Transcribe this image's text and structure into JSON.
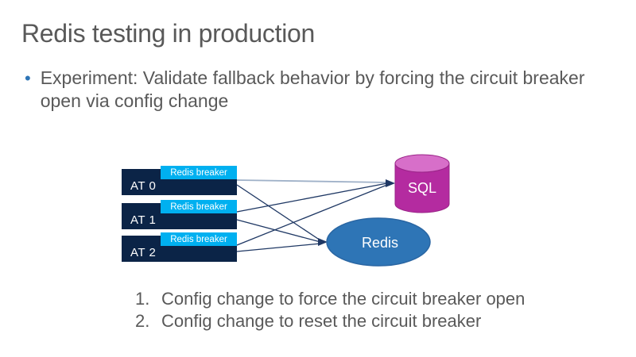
{
  "slide": {
    "title": "Redis testing in production",
    "bullet_char": "•",
    "bullet_text": "Experiment: Validate fallback behavior by forcing the circuit breaker open via config change",
    "steps": [
      {
        "num": "1.",
        "text": "Config change to force the circuit breaker open"
      },
      {
        "num": "2.",
        "text": "Config change to reset the circuit breaker"
      }
    ]
  },
  "diagram": {
    "nodes": [
      {
        "label": "AT 0",
        "breaker": "Redis breaker"
      },
      {
        "label": "AT 1",
        "breaker": "Redis breaker"
      },
      {
        "label": "AT 2",
        "breaker": "Redis breaker"
      }
    ],
    "sql_label": "SQL",
    "redis_label": "Redis"
  },
  "colors": {
    "background": "#ffffff",
    "text-gray": "#595959",
    "bullet-blue": "#2e75b6",
    "node-navy": "#0b2447",
    "breaker-cyan": "#00b0f0",
    "sql-body": "#b42ba0",
    "sql-top": "#d76fc9",
    "sql-stroke": "#9a2488",
    "redis-fill": "#2e75b6",
    "redis-stroke": "#2a66a3",
    "connector": "#1f3864",
    "connector-light": "#9fb1c8"
  }
}
